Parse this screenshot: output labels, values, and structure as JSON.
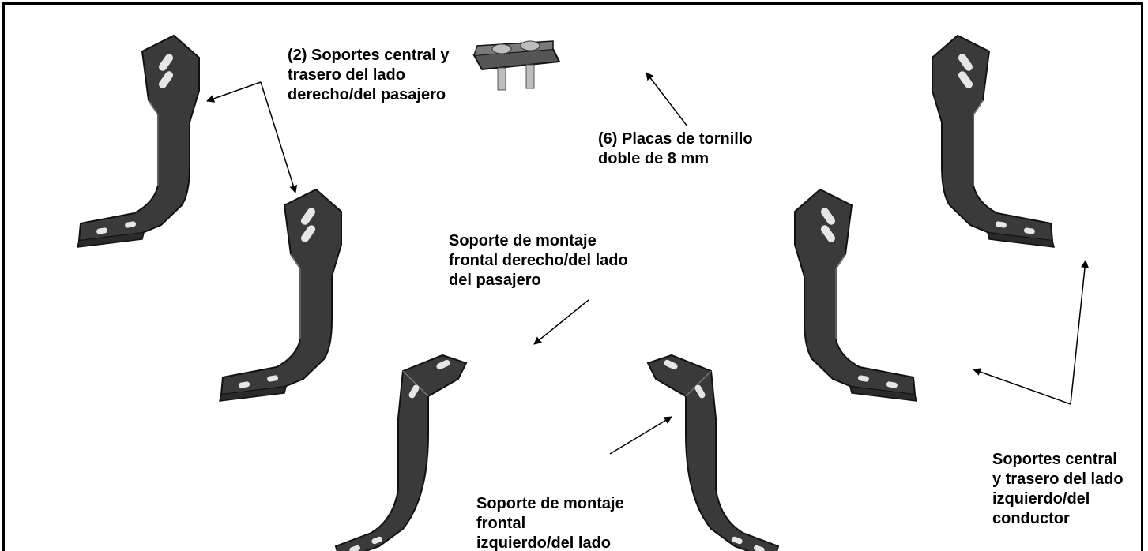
{
  "labels": {
    "right_center_rear": "(2) Soportes central y\ntrasero del lado\nderecho/del pasajero",
    "bolt_plates": "(6) Placas de tornillo\ndoble de 8 mm",
    "front_right": "Soporte de montaje\nfrontal derecho/del lado\ndel pasajero",
    "front_left": "Soporte de montaje\nfrontal\nizquierdo/del lado",
    "left_center_rear": "Soportes central\ny trasero del lado\nizquierdo/del\nconductor"
  },
  "colors": {
    "bracket_fill": "#3a3a3a",
    "bracket_edge": "#111111",
    "plate_fill": "#555555",
    "bolt_fill": "#bdbdbd",
    "hole_fill": "#e6e6e6",
    "line": "#000000",
    "frame": "#000000"
  }
}
